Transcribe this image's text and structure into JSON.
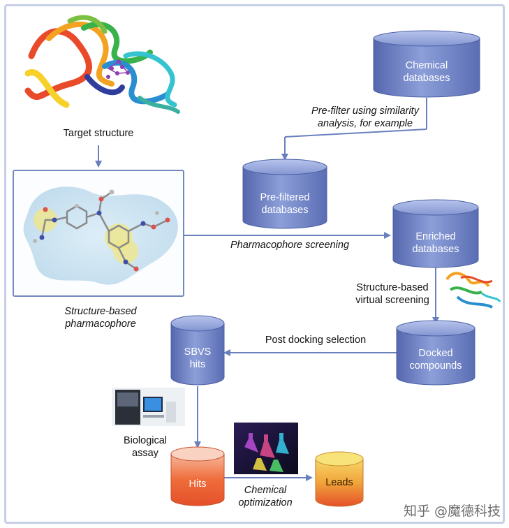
{
  "labels": {
    "target_structure": "Target structure",
    "sb_pharmacophore_line1": "Structure-based",
    "sb_pharmacophore_line2": "pharmacophore",
    "prefilter_line1": "Pre-filter using similarity",
    "prefilter_line2": "analysis, for example",
    "pharmacophore_screening": "Pharmacophore screening",
    "sbvs_line1": "Structure-based",
    "sbvs_line2": "virtual screening",
    "post_docking": "Post docking selection",
    "bio_assay_line1": "Biological",
    "bio_assay_line2": "assay",
    "chem_opt_line1": "Chemical",
    "chem_opt_line2": "optimization"
  },
  "cylinders": {
    "chemical_databases": [
      "Chemical",
      "databases"
    ],
    "prefiltered_databases": [
      "Pre-filtered",
      "databases"
    ],
    "enriched_databases": [
      "Enriched",
      "databases"
    ],
    "docked_compounds": [
      "Docked",
      "compounds"
    ],
    "sbvs_hits": [
      "SBVS",
      "hits"
    ],
    "hits": [
      "Hits"
    ],
    "leads": [
      "Leads"
    ]
  },
  "watermark": "知乎 @魔德科技",
  "colors": {
    "frame": "#c7cfe6",
    "arrow": "#6a80bd",
    "cylinder_blue": "#7286c6",
    "cylinder_orange": "#ef6a38",
    "cylinder_yellow": "#f4c23a"
  }
}
